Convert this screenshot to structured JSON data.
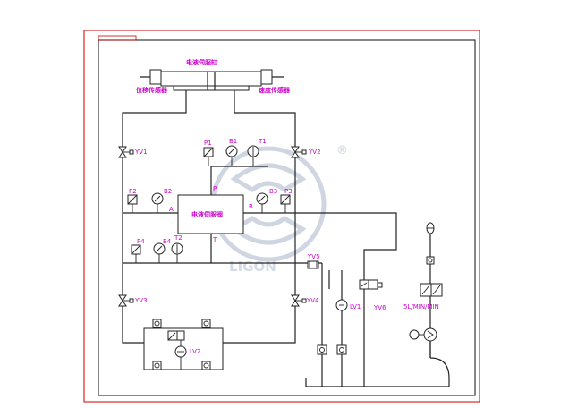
{
  "labels": {
    "cylinder": "电液伺服缸",
    "sensor_left": "位移传感器",
    "sensor_right": "速度传感器",
    "servo_valve": "电液伺服阀",
    "p1": "P1",
    "p2": "P2",
    "p3": "P3",
    "p4": "P4",
    "b1": "B1",
    "b2": "B2",
    "b3": "B3",
    "b4": "B4",
    "t1": "T1",
    "t2": "T2",
    "port_p": "P",
    "port_a": "A",
    "port_b": "B",
    "port_t": "T",
    "yv1": "YV1",
    "yv2": "YV2",
    "yv3": "YV3",
    "yv4": "YV4",
    "yv5": "YV5",
    "yv6": "YV6",
    "lv1": "LV1",
    "lv2": "LV2",
    "pump": "5L/MIN/MIN"
  },
  "watermark": {
    "brand": "LIGON",
    "mark": "®"
  },
  "colors": {
    "border": "#cc0000",
    "line": "#222222",
    "label": "#cc00cc",
    "watermark": "#cfd6e2"
  }
}
